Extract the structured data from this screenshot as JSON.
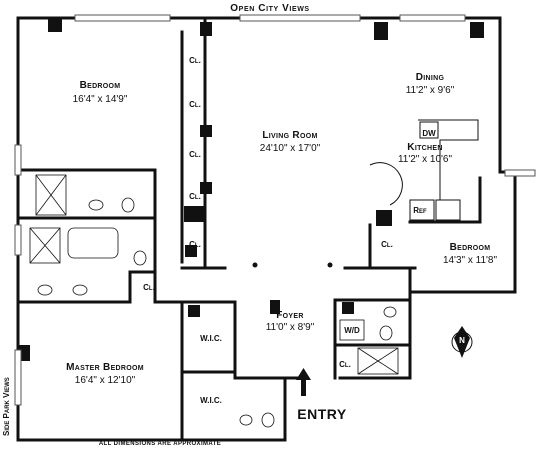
{
  "top_label": "Open City Views",
  "side_label": "Side Park Views",
  "footer_note": "ALL DIMENSIONS ARE APPROXIMATE",
  "entry_label": "ENTRY",
  "rooms": {
    "bedroom1": {
      "name": "Bedroom",
      "dims": "16'4\" x 14'9\""
    },
    "living": {
      "name": "Living Room",
      "dims": "24'10\" x 17'0\""
    },
    "dining": {
      "name": "Dining",
      "dims": "11'2\" x 9'6\""
    },
    "kitchen": {
      "name": "Kitchen",
      "dims": "11'2\" x 10'6\""
    },
    "bedroom2": {
      "name": "Bedroom",
      "dims": "14'3\" x 11'8\""
    },
    "foyer": {
      "name": "Foyer",
      "dims": "11'0\" x 8'9\""
    },
    "master": {
      "name": "Master Bedroom",
      "dims": "16'4\" x 12'10\""
    }
  },
  "closet_label": "Cl.",
  "wic_label": "W.I.C.",
  "wd_label": "W/D",
  "dw_label": "DW",
  "ref_label": "Ref",
  "compass_label": "N"
}
